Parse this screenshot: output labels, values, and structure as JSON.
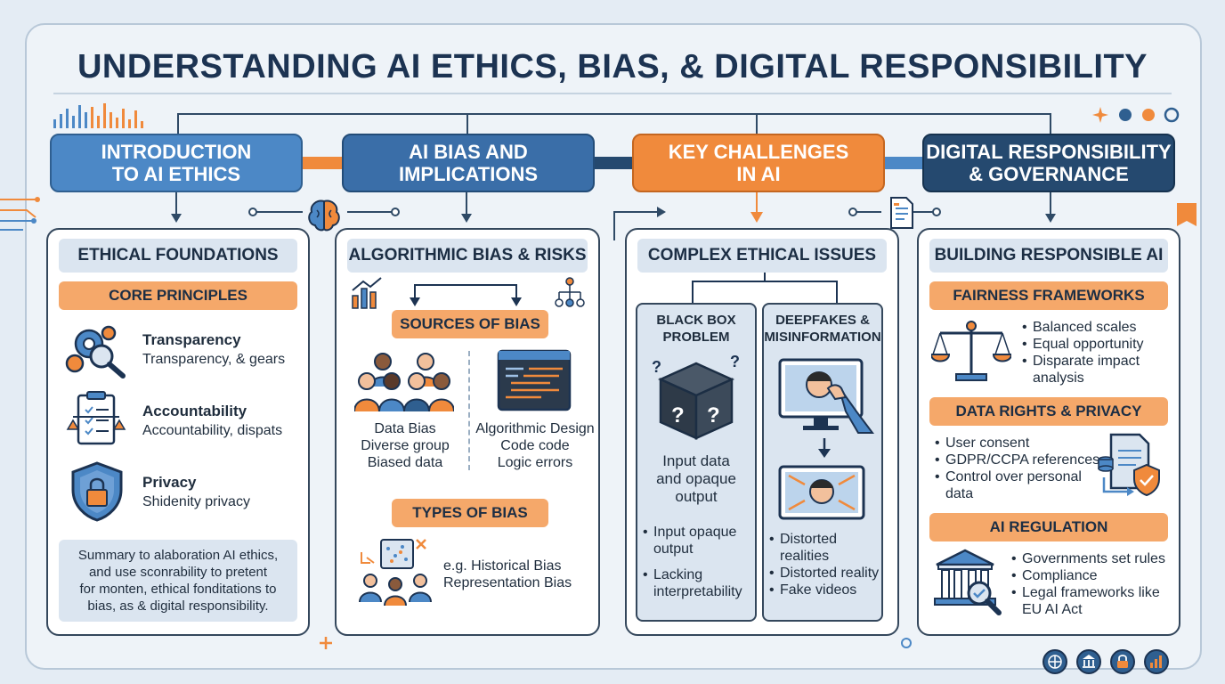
{
  "title": "UNDERSTANDING AI ETHICS, BIAS, & DIGITAL RESPONSIBILITY",
  "headers": [
    {
      "line1": "INTRODUCTION",
      "line2": "TO AI ETHICS"
    },
    {
      "line1": "AI BIAS AND",
      "line2": "IMPLICATIONS"
    },
    {
      "line1": "KEY CHALLENGES",
      "line2": "IN AI"
    },
    {
      "line1": "DIGITAL RESPONSIBILITY",
      "line2": "& GOVERNANCE"
    }
  ],
  "panel1": {
    "title": "ETHICAL FOUNDATIONS",
    "pill": "CORE PRINCIPLES",
    "items": [
      {
        "name": "Transparency",
        "desc": "Transparency, & gears"
      },
      {
        "name": "Accountability",
        "desc": "Accountability, dispats"
      },
      {
        "name": "Privacy",
        "desc": "Shidenity privacy"
      }
    ],
    "summary": [
      "Summary to alaboration AI ethics,",
      "and use sconrability to pretent",
      "for monten, ethical fonditations to",
      "bias, as & digital responsibility."
    ]
  },
  "panel2": {
    "title": "ALGORITHMIC BIAS & RISKS",
    "pill_sources": "SOURCES OF BIAS",
    "data_bias": [
      "Data Bias",
      "Diverse group",
      "Biased data"
    ],
    "algo_design": [
      "Algorithmic Design",
      "Code code",
      "Logic errors"
    ],
    "pill_types": "TYPES OF BIAS",
    "types": [
      "e.g. Historical Bias",
      "Representation Bias"
    ]
  },
  "panel3": {
    "title": "COMPLEX ETHICAL ISSUES",
    "blackbox_title": [
      "BLACK BOX",
      "PROBLEM"
    ],
    "blackbox_desc": [
      "Input data",
      "and opaque",
      "output"
    ],
    "blackbox_list": [
      [
        "Input opaque",
        "output"
      ],
      [
        "Lacking",
        "interpretability"
      ]
    ],
    "deepfake_title": [
      "DEEPFAKES &",
      "MISINFORMATION"
    ],
    "deepfake_list": [
      [
        "Distorted",
        "realities"
      ],
      [
        "Distorted reality"
      ],
      [
        "Fake videos"
      ]
    ]
  },
  "panel4": {
    "title": "BUILDING RESPONSIBLE AI",
    "pill_fair": "FAIRNESS FRAMEWORKS",
    "fair_list": [
      [
        "Balanced scales"
      ],
      [
        "Equal opportunity"
      ],
      [
        "Disparate impact",
        "analysis"
      ]
    ],
    "pill_data": "DATA RIGHTS & PRIVACY",
    "data_list": [
      [
        "User consent"
      ],
      [
        "GDPR/CCPA references"
      ],
      [
        "Control over personal",
        "data"
      ]
    ],
    "pill_reg": "AI REGULATION",
    "reg_list": [
      [
        "Governments set rules"
      ],
      [
        "Compliance"
      ],
      [
        "Legal frameworks like",
        "EU AI Act"
      ]
    ]
  },
  "colors": {
    "blue": "#4c88c6",
    "navy": "#25496f",
    "orange": "#f08a3c",
    "pale": "#dbe5f0"
  },
  "icons": [
    "gears-magnifier-icon",
    "clipboard-scales-icon",
    "shield-lock-icon",
    "bar-chart-icon",
    "flowchart-icon",
    "people-group-icon",
    "code-window-icon",
    "data-analysis-icon",
    "question-cube-icon",
    "face-monitor-icon",
    "scales-icon",
    "document-shield-icon",
    "courthouse-icon",
    "brain-icon",
    "document-icon",
    "globe-icon",
    "bank-icon",
    "lock-badge-icon",
    "growth-chart-icon"
  ]
}
